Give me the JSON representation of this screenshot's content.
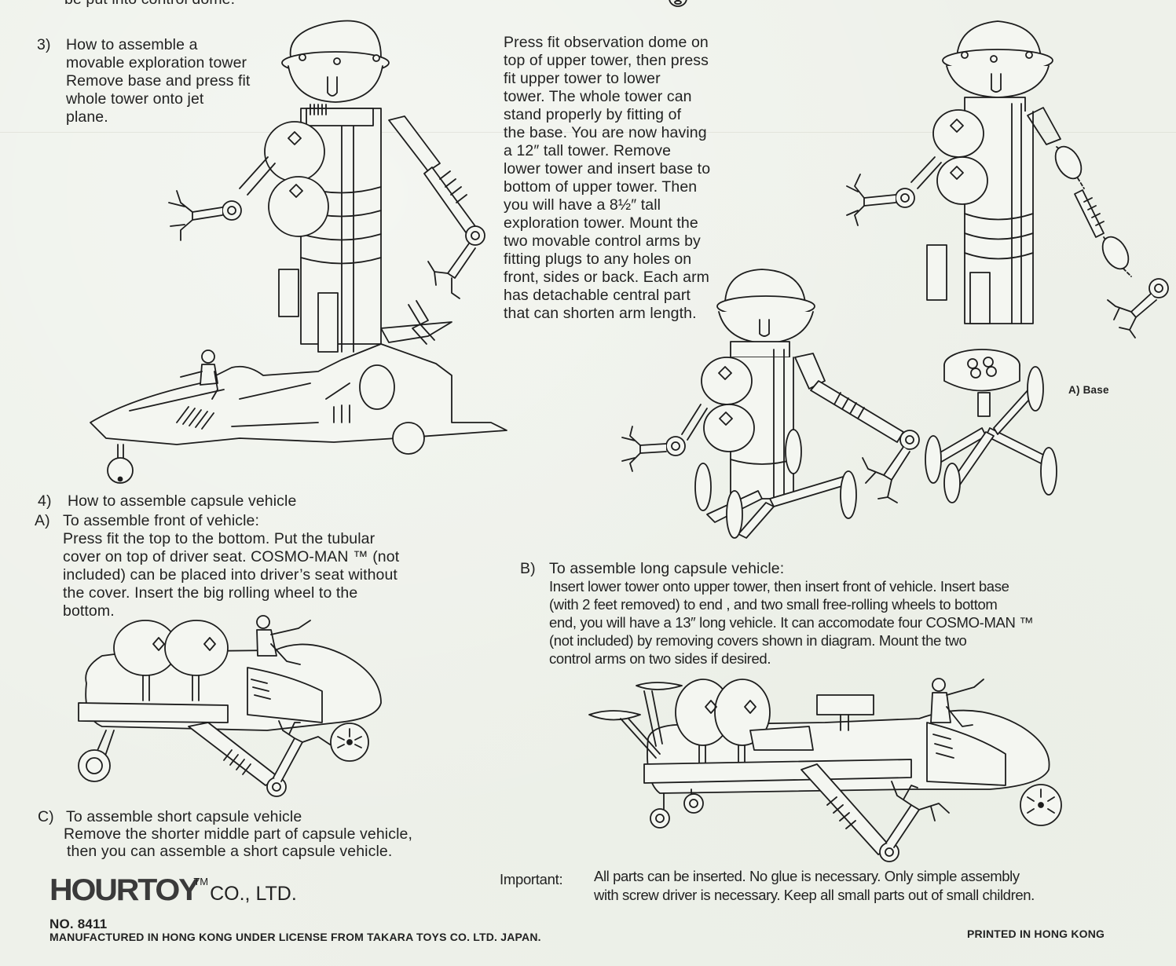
{
  "document": {
    "top_cut_text": "be put into control dome.",
    "section3": {
      "number": "3)",
      "lines": [
        "How to assemble a",
        "movable exploration tower",
        "Remove base and press fit",
        "whole tower onto jet",
        "plane."
      ]
    },
    "tower_instructions": {
      "lines": [
        "Press fit observation dome on",
        "top of upper tower, then press",
        "fit upper tower to lower",
        "tower. The whole tower can",
        "stand properly by fitting of",
        "the base. You are now having",
        "a 12″ tall tower. Remove",
        "lower tower and insert base to",
        "bottom of upper tower. Then",
        "you will have a 8½″ tall",
        "exploration tower. Mount the",
        "two movable control arms by",
        "fitting plugs to any holes on",
        "front, sides or back. Each arm",
        "has detachable central part",
        "that can shorten arm length."
      ]
    },
    "base_label": "A)  Base",
    "section4": {
      "number": "4)",
      "title": "How to assemble capsule vehicle",
      "a": {
        "label": "A)",
        "title": "To assemble front of vehicle:",
        "lines": [
          "Press fit the top to the bottom. Put the tubular",
          "cover on top of driver seat. COSMO-MAN ™ (not",
          "included) can be placed into driver’s seat without",
          "the cover. Insert the big rolling wheel to the",
          "bottom."
        ]
      },
      "b": {
        "label": "B)",
        "title": "To assemble long capsule vehicle:",
        "lines": [
          "Insert lower tower onto upper tower, then insert front of vehicle. Insert base",
          "(with 2 feet removed) to end , and  two small free-rolling wheels to bottom",
          "end, you will have a 13″ long vehicle.  It can accomodate four COSMO-MAN ™",
          "(not included) by removing covers shown in diagram. Mount the two",
          "control arms on two sides if desired."
        ]
      },
      "c": {
        "label": "C)",
        "title": "To assemble short capsule vehicle",
        "lines": [
          "Remove the shorter middle part of capsule vehicle,",
          "then you can assemble a short capsule vehicle."
        ]
      }
    },
    "important": {
      "label": "Important:",
      "lines": [
        "All parts can be inserted.  No glue is necessary.  Only simple assembly",
        "with screw driver is necessary. Keep all small parts out of small children."
      ]
    },
    "footer": {
      "brand": "HOURTOY",
      "trademark": "TM",
      "company_suffix": "CO., LTD.",
      "product_number": "NO. 8411",
      "license": "MANUFACTURED IN HONG KONG UNDER LICENSE FROM TAKARA TOYS CO. LTD. JAPAN.",
      "printed": "PRINTED IN HONG KONG"
    },
    "illustrations": [
      "tower-on-jet-plane",
      "exploded-tower-with-arm",
      "tower-on-base",
      "detached-base",
      "front-capsule-vehicle",
      "long-capsule-vehicle"
    ]
  }
}
